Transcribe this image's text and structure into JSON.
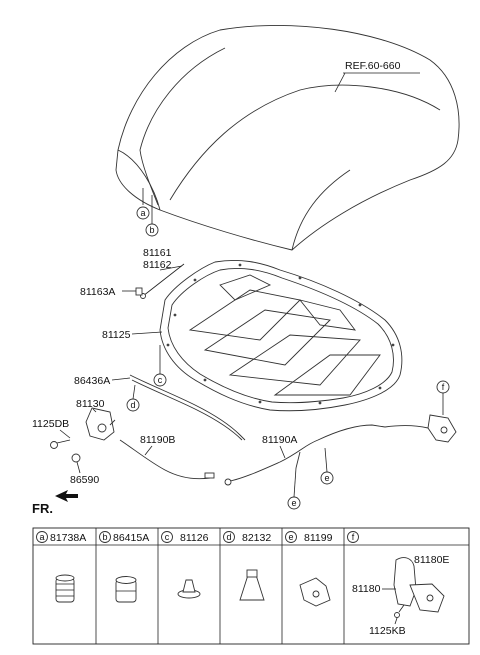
{
  "reference": "REF.60-660",
  "direction_label": "FR.",
  "callouts": [
    {
      "id": "a",
      "letter": "a"
    },
    {
      "id": "b",
      "letter": "b"
    },
    {
      "id": "c",
      "letter": "c"
    },
    {
      "id": "d",
      "letter": "d"
    },
    {
      "id": "e",
      "letter": "e"
    },
    {
      "id": "e2",
      "letter": "e"
    },
    {
      "id": "f",
      "letter": "f"
    }
  ],
  "part_labels": [
    {
      "id": "81161",
      "text": "81161"
    },
    {
      "id": "81162",
      "text": "81162"
    },
    {
      "id": "81163A",
      "text": "81163A"
    },
    {
      "id": "81125",
      "text": "81125"
    },
    {
      "id": "86436A",
      "text": "86436A"
    },
    {
      "id": "81130",
      "text": "81130"
    },
    {
      "id": "1125DB",
      "text": "1125DB"
    },
    {
      "id": "86590",
      "text": "86590"
    },
    {
      "id": "81190B",
      "text": "81190B"
    },
    {
      "id": "81190A",
      "text": "81190A"
    }
  ],
  "legend": [
    {
      "letter": "a",
      "part": "81738A"
    },
    {
      "letter": "b",
      "part": "86415A"
    },
    {
      "letter": "c",
      "part": "81126"
    },
    {
      "letter": "d",
      "part": "82132"
    },
    {
      "letter": "e",
      "part": "81199"
    },
    {
      "letter": "f",
      "part": ""
    }
  ],
  "legend_f_parts": [
    "81180E",
    "81180",
    "1125KB"
  ]
}
